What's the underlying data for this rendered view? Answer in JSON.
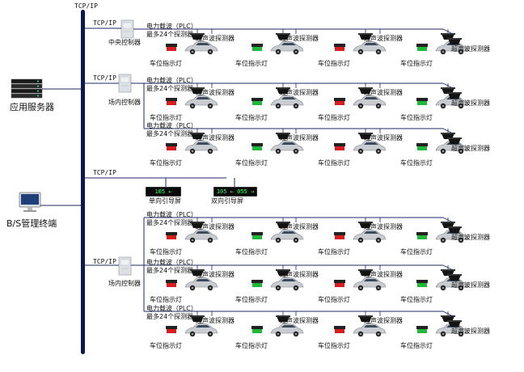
{
  "labels": {
    "tcpip": "TCP/IP",
    "app_server": "应用服务器",
    "bs_terminal": "B/S管理终端",
    "central_controller": "中央控制器",
    "field_controller": "场内控制器",
    "plc": "电力载波（PLC）",
    "max_detectors": "最多24个探测器",
    "ultrasonic_detector": "超声波探测器",
    "space_indicator": "车位指示灯",
    "one_way_screen": "单向引导屏",
    "two_way_screen": "双向引导屏",
    "screen_one_way_text": "105 ←",
    "screen_two_way_text": "105 ←  055 →"
  },
  "colors": {
    "bus": "#0b1a4a",
    "line": "#1c2a66",
    "indicator_red": "#d61e1e",
    "indicator_green": "#1fb83a",
    "screen_text": "#3cff6a"
  },
  "icons": [
    "server-icon",
    "monitor-icon",
    "controller-cabinet-icon",
    "car-icon",
    "ultrasonic-detector-icon",
    "indicator-light-icon",
    "led-screen-icon"
  ]
}
